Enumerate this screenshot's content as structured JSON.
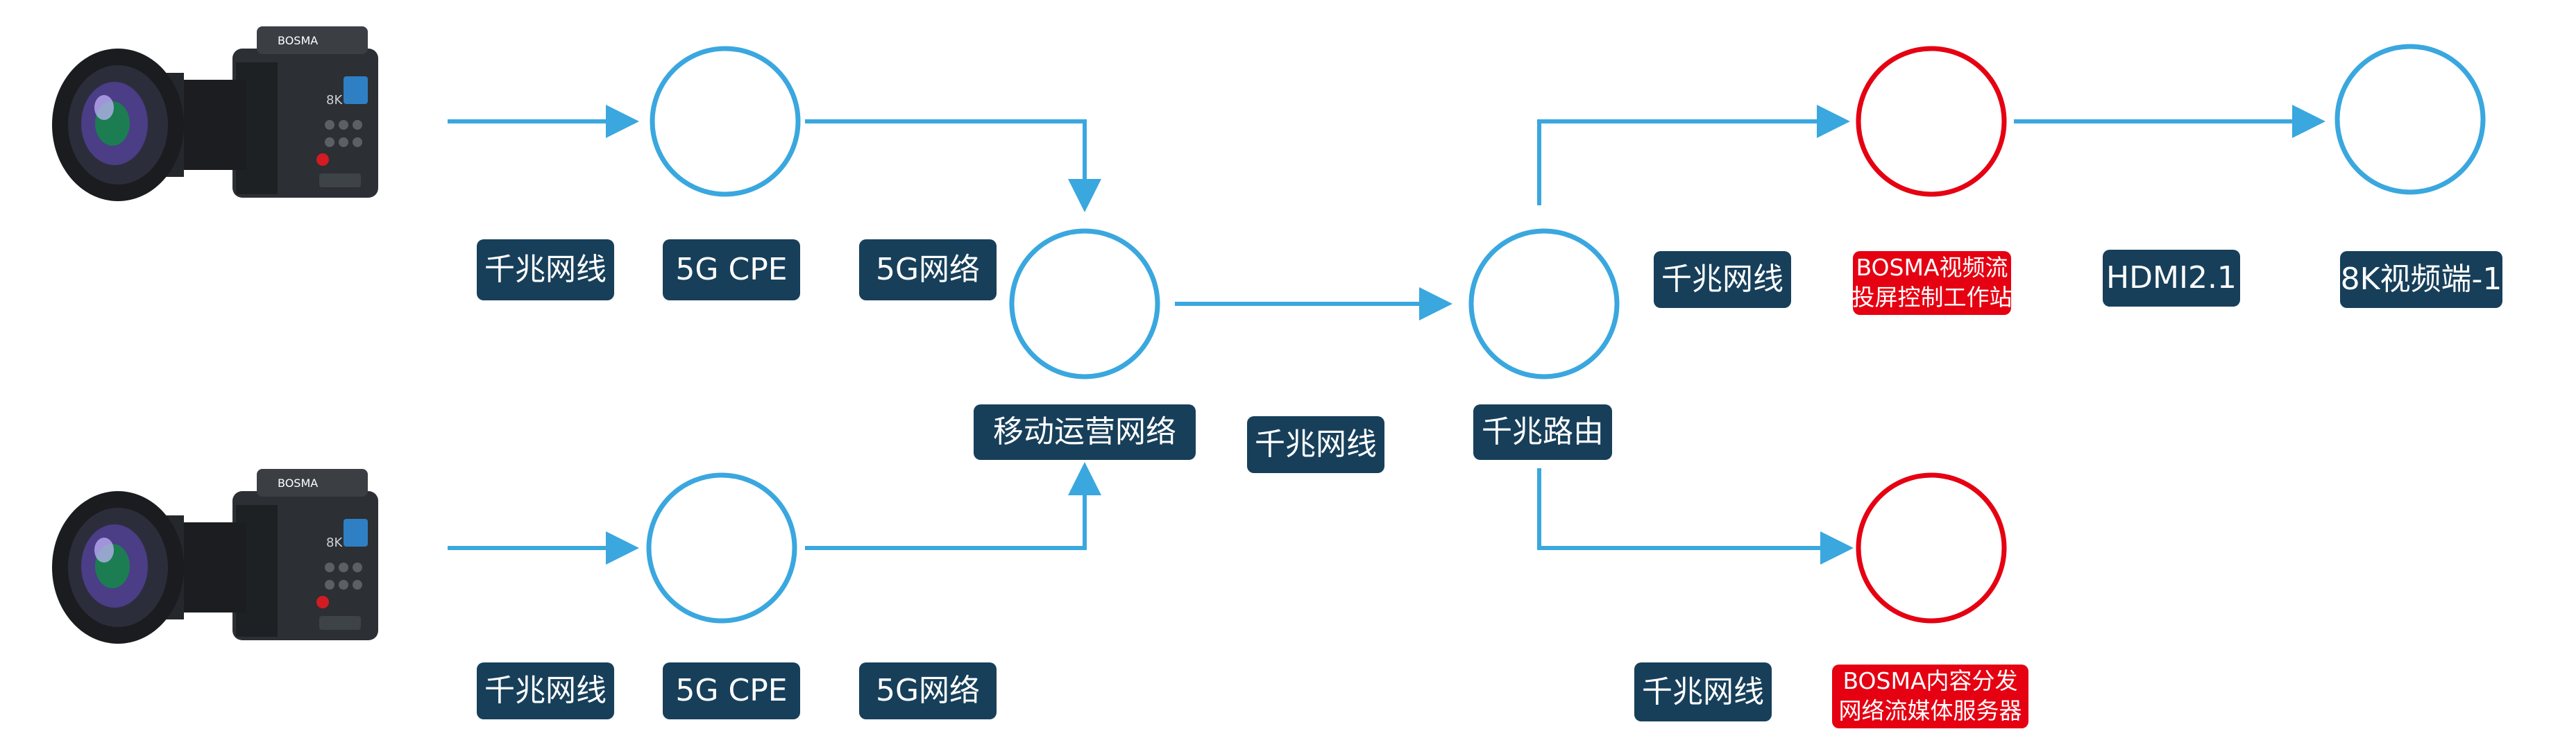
{
  "colors": {
    "blue": "#3aa7df",
    "red": "#e50012",
    "label_bg": "#173f5a"
  },
  "cameras": [
    {
      "brand": "BOSMA",
      "badge": "8K"
    },
    {
      "brand": "BOSMA",
      "badge": "8K"
    }
  ],
  "labels": {
    "top_cable": "千兆网线",
    "top_cpe": "5G CPE",
    "top_5g": "5G网络",
    "mobile_network": "移动运营网络",
    "mid_cable": "千兆网线",
    "router": "千兆路由",
    "right_top_cable": "千兆网线",
    "hdmi": "HDMI2.1",
    "display": "8K视频端-1",
    "bottom_cable": "千兆网线",
    "bottom_cpe": "5G CPE",
    "bottom_5g": "5G网络",
    "right_bottom_cable": "千兆网线"
  },
  "red_labels": {
    "workstation": [
      "BOSMA视频流",
      "投屏控制工作站"
    ],
    "server": [
      "BOSMA内容分发",
      "网络流媒体服务器"
    ]
  }
}
